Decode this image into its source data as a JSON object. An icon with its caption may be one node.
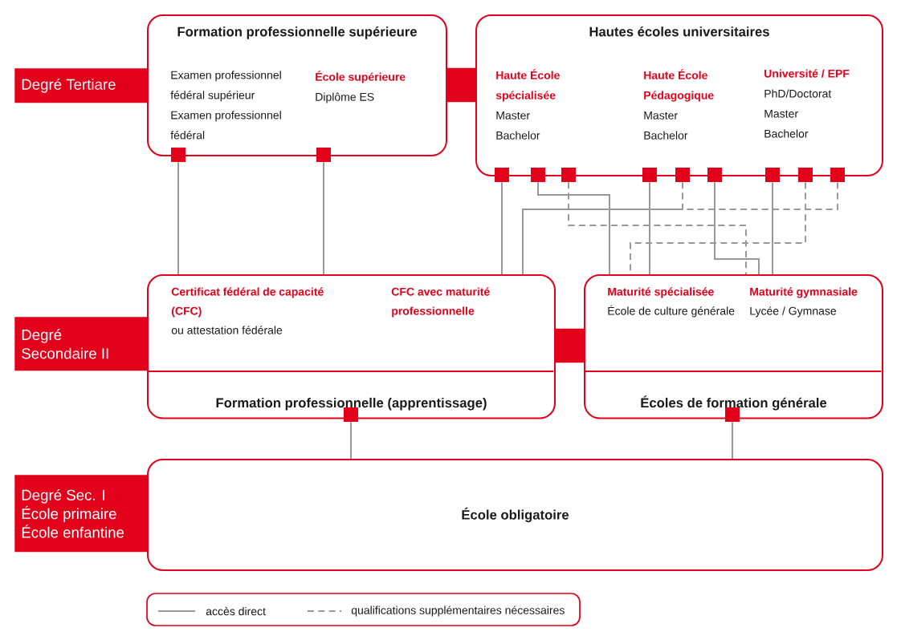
{
  "diagram": {
    "nodes": [
      {
        "text": [
          "Degré Tertiare"
        ]
      },
      {
        "text": [
          "Formation professionnelle supérieure"
        ]
      },
      {
        "text": [
          "Examen professionnel fédéral supérieur",
          "Examen professionnel fédéral"
        ],
        "in": 1
      },
      {
        "text": [
          "École supérieure",
          "Diplôme ES"
        ],
        "in": 1
      },
      {
        "text": [
          "Hautes écoles universitaires"
        ]
      },
      {
        "text": [
          "Haute École spécialisée",
          "Master",
          "Bachelor"
        ],
        "in": 4
      },
      {
        "text": [
          "Haute École Pédagogique",
          "Master",
          "Bachelor"
        ],
        "in": 4
      },
      {
        "text": [
          "Université / EPF",
          "PhD/Doctorat",
          "Master",
          "Bachelor"
        ],
        "in": 4
      },
      {
        "text": [
          "Degré Secondaire II"
        ]
      },
      {
        "text": [
          "Formation professionnelle (apprentissage)"
        ]
      },
      {
        "text": [
          "Certificat fédéral de capacité (CFC)",
          "ou attestation fédérale"
        ],
        "in": 9
      },
      {
        "text": [
          "CFC avec maturité professionnelle"
        ],
        "in": 9
      },
      {
        "text": [
          "Écoles de formation générale"
        ]
      },
      {
        "text": [
          "Maturité spécialisée",
          "École de culture générale"
        ],
        "in": 12
      },
      {
        "text": [
          "Maturité gymnasiale",
          "Lycée / Gymnase"
        ],
        "in": 12
      },
      {
        "text": [
          "Degré Sec. I",
          "École primaire",
          "École enfantine"
        ]
      },
      {
        "text": [
          "École obligatoire"
        ]
      },
      {
        "text": [],
        "shape": "box"
      },
      {
        "text": [],
        "shape": "box"
      },
      {
        "text": [],
        "shape": "box"
      },
      {
        "text": [],
        "shape": "box"
      },
      {
        "text": [],
        "shape": "box"
      },
      {
        "text": [],
        "shape": "box"
      },
      {
        "text": [],
        "shape": "box"
      },
      {
        "text": [],
        "shape": "box"
      },
      {
        "text": [],
        "shape": "box"
      },
      {
        "text": [],
        "shape": "box"
      },
      {
        "text": [],
        "shape": "box"
      },
      {
        "text": [],
        "shape": "box"
      },
      {
        "text": [],
        "shape": "box"
      }
    ],
    "edges": [
      {
        "from": 17,
        "to": 10,
        "arrow": "none"
      },
      {
        "from": 18,
        "to": 10,
        "arrow": "none"
      },
      {
        "from": 19,
        "to": 11,
        "arrow": "none"
      },
      {
        "from": 20,
        "to": 13,
        "arrow": "none"
      },
      {
        "from": 21,
        "to": 14,
        "arrow": "none",
        "style": "dashed"
      },
      {
        "from": 23,
        "to": 11,
        "arrow": "none",
        "style": "dashed"
      },
      {
        "from": 27,
        "to": 11,
        "arrow": "none",
        "style": "dashed"
      },
      {
        "from": 22,
        "to": 13,
        "arrow": "none"
      },
      {
        "from": 24,
        "to": 14,
        "arrow": "none"
      },
      {
        "from": 25,
        "to": 14,
        "arrow": "none"
      },
      {
        "from": 26,
        "to": 13,
        "arrow": "none",
        "style": "dashed"
      },
      {
        "from": 28,
        "to": 16,
        "arrow": "none"
      },
      {
        "from": 29,
        "to": 16,
        "arrow": "none"
      },
      {
        "from": 1,
        "to": 4,
        "arrow": "none",
        "style": "thick",
        "color": "#e2001a"
      },
      {
        "from": 9,
        "to": 12,
        "arrow": "none",
        "style": "thick",
        "color": "#e2001a"
      }
    ],
    "legend": [
      {
        "text": "accès direct"
      },
      {
        "text": "qualifications supplémentaires nécessaires"
      }
    ]
  }
}
